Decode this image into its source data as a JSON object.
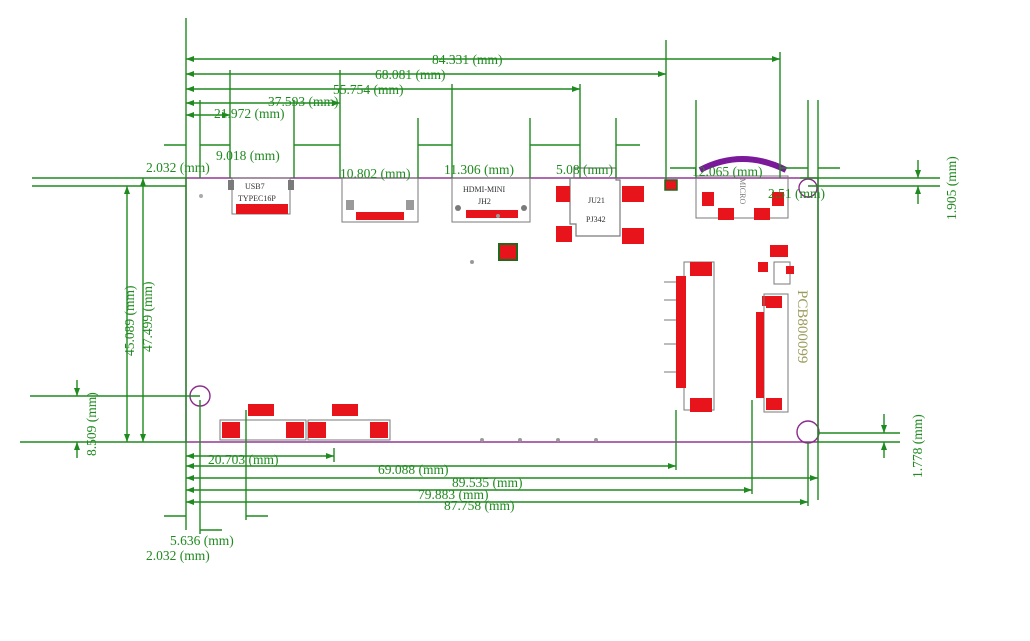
{
  "colors": {
    "dimension": "#1f8a1f",
    "board_outline": "#8b2a8b",
    "pad": "#e8141b",
    "silkscreen": "#7a7a7a",
    "connector_arc": "#7a1a9a",
    "text": "#1f8a1f",
    "label_ink": "#303030"
  },
  "dimensions": {
    "d_84_331": "84.331 (mm)",
    "d_68_081": "68.081 (mm)",
    "d_55_754": "55.754 (mm)",
    "d_37_593": "37.593 (mm)",
    "d_21_972": "21.972 (mm)",
    "d_9_018": "9.018 (mm)",
    "d_2_032_top": "2.032 (mm)",
    "d_10_802": "10.802 (mm)",
    "d_11_306": "11.306 (mm)",
    "d_5_08": "5.08 (mm)",
    "d_12_065": "12.065 (mm)",
    "d_2_51": "2.51 (mm)",
    "d_1_905": "1.905 (mm)",
    "d_45_089": "45.089 (mm)",
    "d_47_499": "47.499 (mm)",
    "d_8_509": "8.509 (mm)",
    "d_1_778": "1.778 (mm)",
    "d_20_703": "20.703 (mm)",
    "d_69_088": "69.088 (mm)",
    "d_89_535": "89.535 (mm)",
    "d_79_883": "79.883 (mm)",
    "d_87_758": "87.758 (mm)",
    "d_5_636": "5.636 (mm)",
    "d_2_032_bottom": "2.032 (mm)"
  },
  "components": {
    "usb_ref": "USB7",
    "usb_type": "TYPEC16P",
    "hdmi_name": "HDMI-MINI",
    "hdmi_ref": "JH2",
    "audio_ref": "JU21",
    "audio_type": "PJ342",
    "board_id": "PCB800099",
    "micro_usb": "MICRO"
  }
}
